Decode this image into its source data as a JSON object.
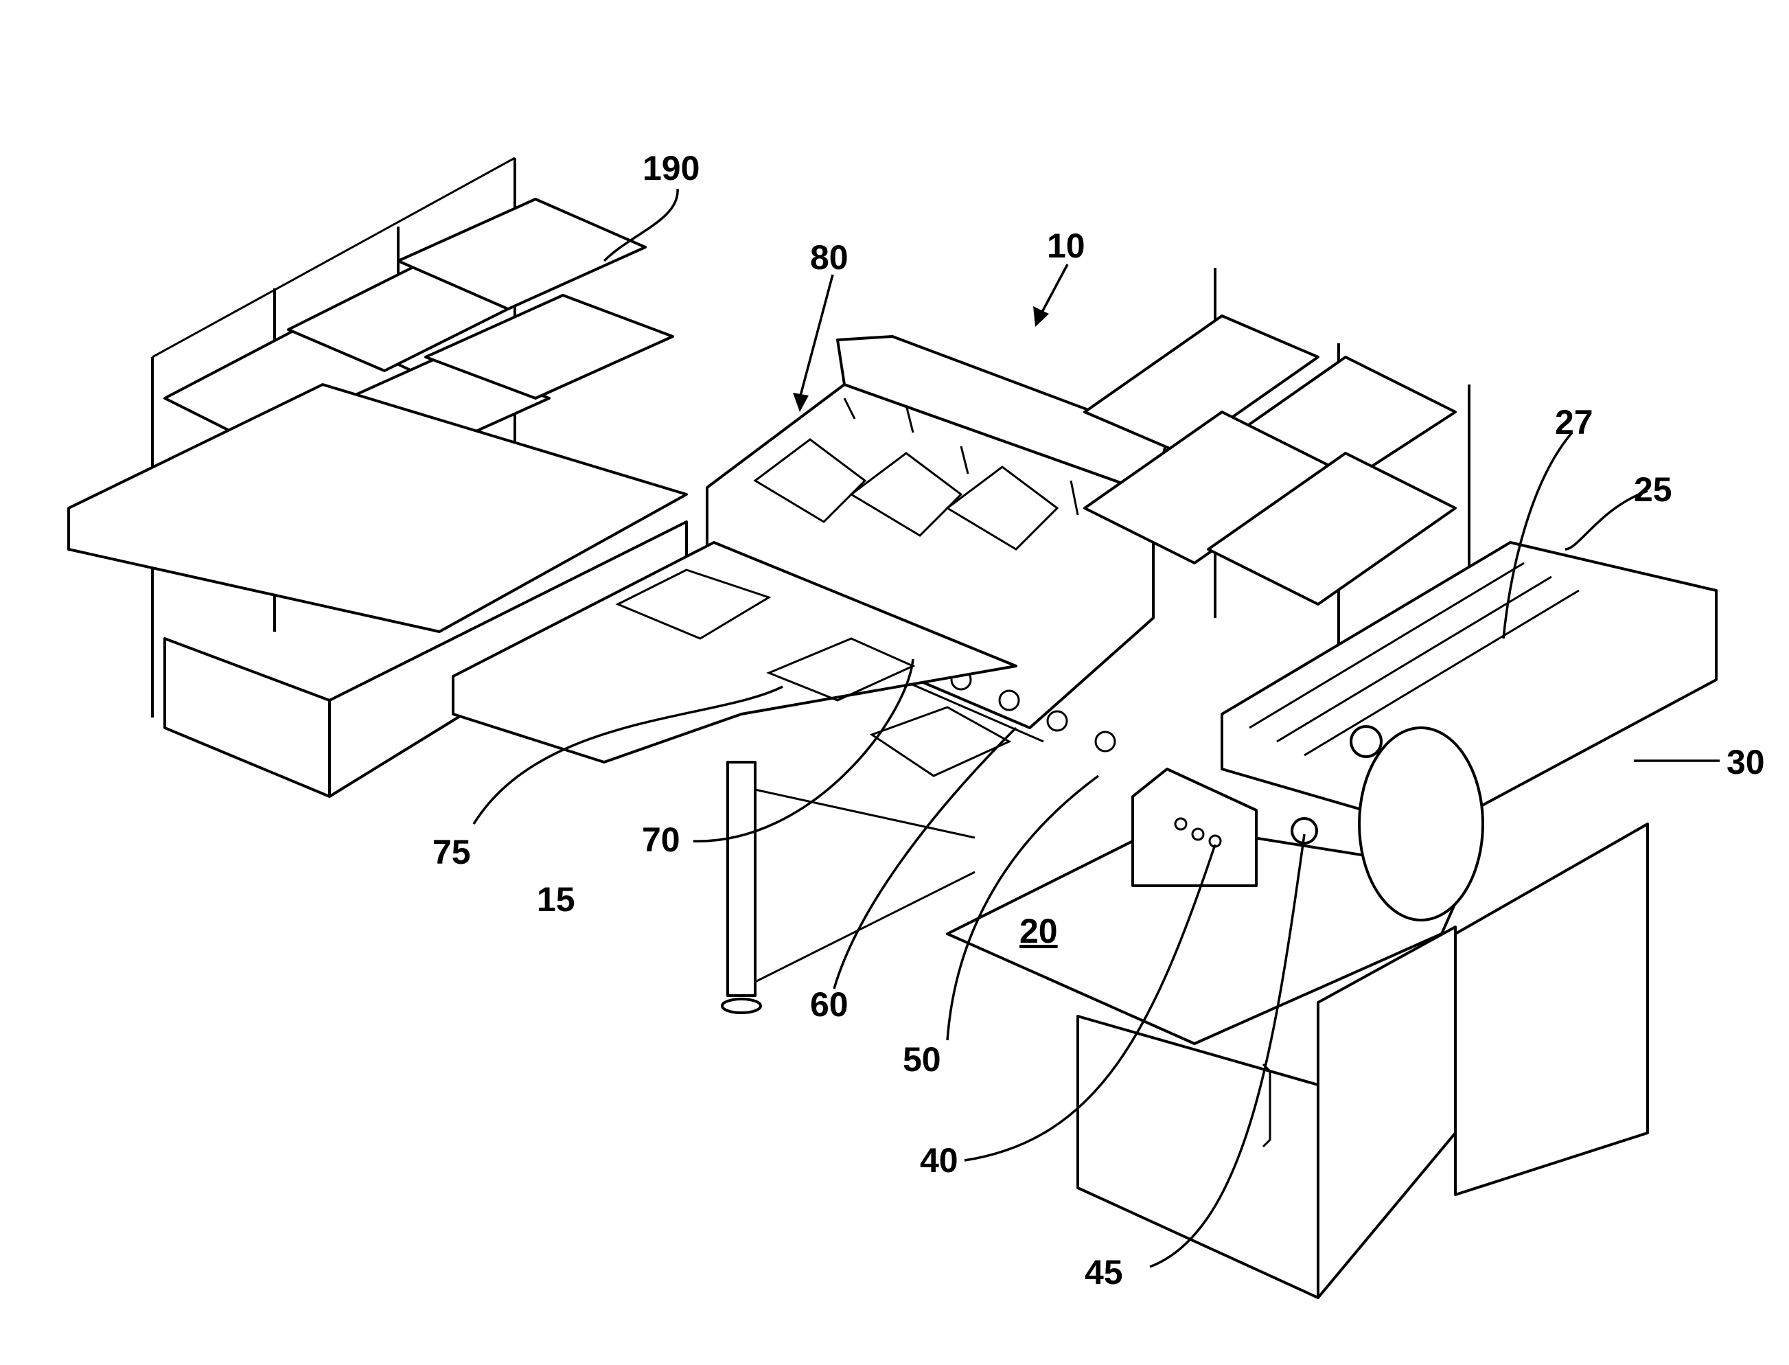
{
  "figure": {
    "labels": {
      "l190": "190",
      "l80": "80",
      "l10": "10",
      "l27": "27",
      "l25": "25",
      "l30": "30",
      "l75": "75",
      "l70": "70",
      "l15": "15",
      "l20": "20",
      "l60": "60",
      "l50": "50",
      "l40": "40",
      "l45": "45"
    }
  }
}
